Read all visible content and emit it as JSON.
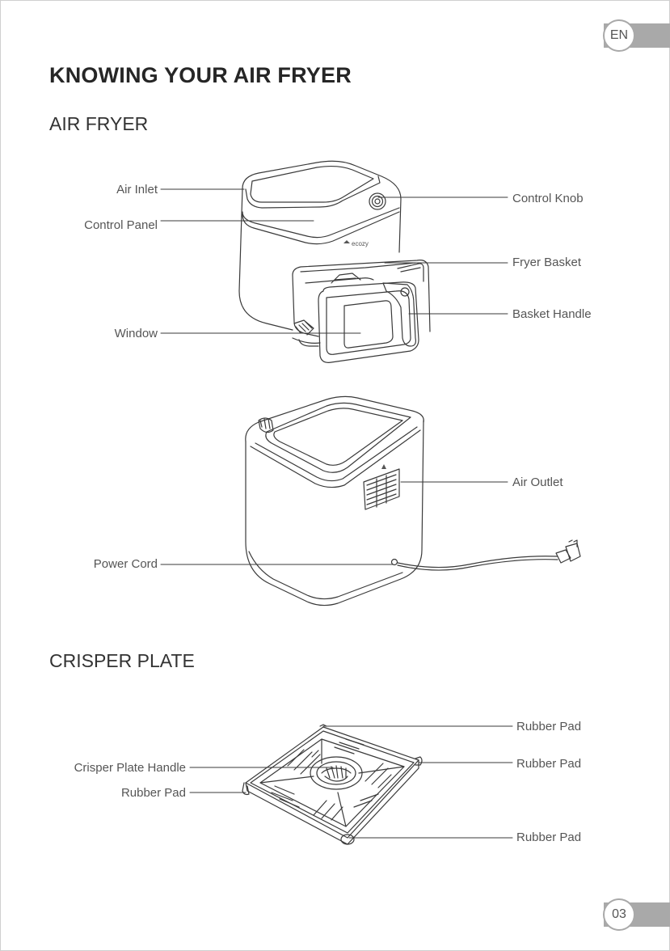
{
  "lang_badge": "EN",
  "page_number": "03",
  "title": "KNOWING YOUR AIR FRYER",
  "sections": {
    "air_fryer": {
      "heading": "AIR FRYER",
      "brand_logo": "ecozy",
      "labels": {
        "air_inlet": "Air Inlet",
        "control_panel": "Control Panel",
        "window": "Window",
        "control_knob": "Control Knob",
        "fryer_basket": "Fryer Basket",
        "basket_handle": "Basket Handle",
        "air_outlet": "Air Outlet",
        "power_cord": "Power Cord"
      }
    },
    "crisper_plate": {
      "heading": "CRISPER PLATE",
      "labels": {
        "rubber_pad_top": "Rubber Pad",
        "rubber_pad_right": "Rubber Pad",
        "rubber_pad_bottom": "Rubber Pad",
        "crisper_plate_handle": "Crisper Plate Handle",
        "rubber_pad_left": "Rubber Pad"
      }
    }
  }
}
